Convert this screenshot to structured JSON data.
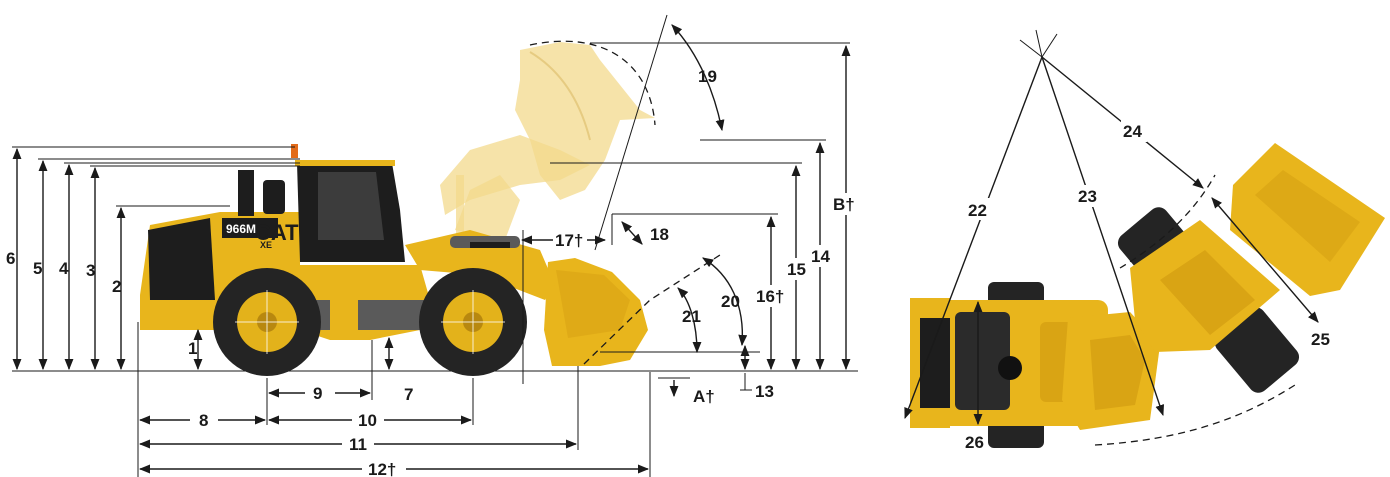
{
  "labels": {
    "d1": "1",
    "d2": "2",
    "d3": "3",
    "d4": "4",
    "d5": "5",
    "d6": "6",
    "d7": "7",
    "d8": "8",
    "d9": "9",
    "d10": "10",
    "d11": "11",
    "d12": "12†",
    "d13": "13",
    "d14": "14",
    "d15": "15",
    "d16": "16†",
    "d17": "17†",
    "d18": "18",
    "d19": "19",
    "d20": "20",
    "d21": "21",
    "d22": "22",
    "d23": "23",
    "d24": "24",
    "d25": "25",
    "d26": "26",
    "dA": "A†",
    "dB": "B†"
  },
  "machine": {
    "model_badge": "966M",
    "model_suffix": "XE",
    "brand": "CAT"
  },
  "colors": {
    "body": "#e8b51c",
    "ghost_bucket": "#f3d98c",
    "tires": "#242424",
    "lines": "#1a1a1a"
  }
}
